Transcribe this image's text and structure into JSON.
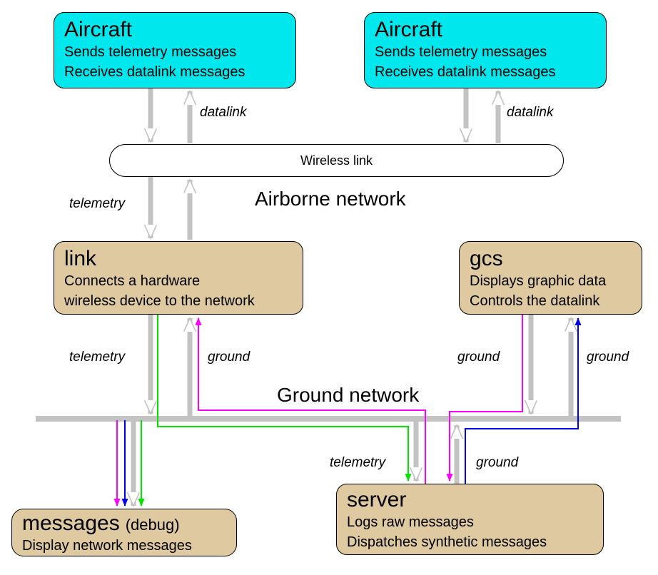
{
  "sections": {
    "airborne": "Airborne network",
    "ground": "Ground network"
  },
  "nodes": {
    "aircraft1": {
      "title": "Aircraft",
      "lines": [
        "Sends telemetry messages",
        "Receives datalink messages"
      ]
    },
    "aircraft2": {
      "title": "Aircraft",
      "lines": [
        "Sends telemetry messages",
        "Receives datalink messages"
      ]
    },
    "wireless": {
      "label": "Wireless link"
    },
    "link": {
      "title": "link",
      "lines": [
        "Connects a hardware",
        "wireless device to the network"
      ]
    },
    "gcs": {
      "title": "gcs",
      "lines": [
        "Displays graphic data",
        "Controls the datalink"
      ]
    },
    "server": {
      "title": "server",
      "lines": [
        "Logs raw messages",
        "Dispatches synthetic messages"
      ]
    },
    "messages": {
      "title": "messages",
      "suffix": "(debug)",
      "lines": [
        "Display network messages"
      ]
    }
  },
  "edge_labels": {
    "datalink_left": "datalink",
    "datalink_right": "datalink",
    "telemetry_airborne": "telemetry",
    "telemetry_link_bus": "telemetry",
    "ground_bus_link": "ground",
    "ground_gcs_bus": "ground",
    "ground_bus_gcs": "ground",
    "telemetry_bus_server": "telemetry",
    "ground_server_bus": "ground"
  },
  "colors": {
    "aircraft_fill": "#00E7EE",
    "module_fill": "#DEC9A1",
    "bus_gray": "#C3C3C3",
    "telemetry_green": "#00E400",
    "magenta_flow": "#FF00FF",
    "blue_flow": "#0000EE"
  }
}
